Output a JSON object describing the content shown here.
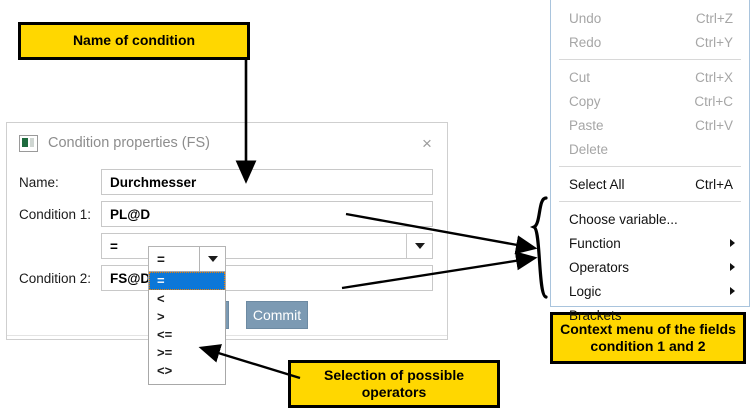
{
  "callouts": {
    "name_of_condition": "Name of condition",
    "selection_of_operators": "Selection of possible\noperators",
    "context_menu_label": "Context menu  of the fields\ncondition 1 and 2"
  },
  "dialog": {
    "title": "Condition properties (FS)",
    "icon": "application-icon",
    "close_label": "×",
    "fields": [
      {
        "label": "Name:",
        "value": "Durchmesser",
        "type": "text"
      },
      {
        "label": "Condition 1:",
        "value": "PL@D",
        "type": "text"
      },
      {
        "label": "",
        "value": "=",
        "type": "combo"
      },
      {
        "label": "Condition 2:",
        "value": "FS@DG",
        "type": "text"
      }
    ],
    "buttons": {
      "commit_label": "Commit",
      "hidden_label": ""
    }
  },
  "operator_dropdown": {
    "selected": "=",
    "options": [
      "=",
      "<",
      ">",
      "<=",
      ">=",
      "<>"
    ]
  },
  "context_menu": {
    "groups": [
      {
        "items": [
          {
            "label": "Undo",
            "shortcut": "Ctrl+Z",
            "enabled": false,
            "submenu": false
          },
          {
            "label": "Redo",
            "shortcut": "Ctrl+Y",
            "enabled": false,
            "submenu": false
          }
        ]
      },
      {
        "items": [
          {
            "label": "Cut",
            "shortcut": "Ctrl+X",
            "enabled": false,
            "submenu": false
          },
          {
            "label": "Copy",
            "shortcut": "Ctrl+C",
            "enabled": false,
            "submenu": false
          },
          {
            "label": "Paste",
            "shortcut": "Ctrl+V",
            "enabled": false,
            "submenu": false
          },
          {
            "label": "Delete",
            "shortcut": "",
            "enabled": false,
            "submenu": false
          }
        ]
      },
      {
        "items": [
          {
            "label": "Select All",
            "shortcut": "Ctrl+A",
            "enabled": true,
            "submenu": false
          }
        ]
      },
      {
        "items": [
          {
            "label": "Choose variable...",
            "shortcut": "",
            "enabled": true,
            "submenu": false
          },
          {
            "label": "Function",
            "shortcut": "",
            "enabled": true,
            "submenu": true
          },
          {
            "label": "Operators",
            "shortcut": "",
            "enabled": true,
            "submenu": true
          },
          {
            "label": "Logic",
            "shortcut": "",
            "enabled": true,
            "submenu": true
          },
          {
            "label": "Brackets",
            "shortcut": "",
            "enabled": true,
            "submenu": false
          }
        ]
      }
    ]
  },
  "colors": {
    "callout_fill": "#ffd700",
    "callout_border": "#000000",
    "selection_blue": "#0c77d8",
    "button_blue": "#7c9ab3",
    "menu_border": "#a9c4dd"
  }
}
